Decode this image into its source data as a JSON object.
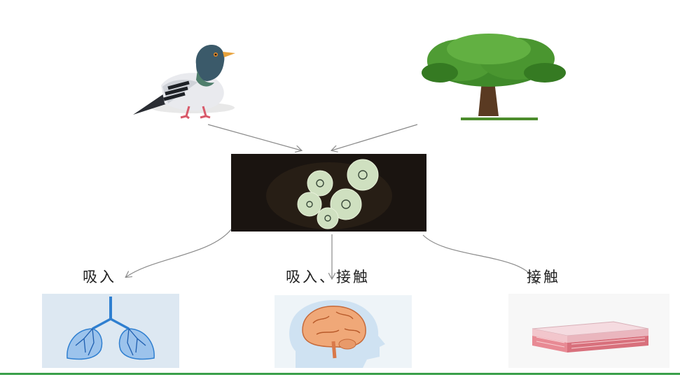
{
  "labels": {
    "lung_route": "吸入",
    "brain_route": "吸入、接触",
    "skin_route": "接触"
  },
  "icons": {
    "source_left": "pigeon-icon",
    "source_right": "tree-icon",
    "center": "cryptococcus-micrograph",
    "target_left": "lungs-icon",
    "target_middle": "brain-head-icon",
    "target_right": "skin-layers-icon"
  },
  "colors": {
    "arrow": "#8a8a8a",
    "rule": "#3aa04a",
    "micrograph_bg": "#1a1410",
    "cell": "#cfe0c0",
    "lung_blue": "#2f7fd0"
  }
}
